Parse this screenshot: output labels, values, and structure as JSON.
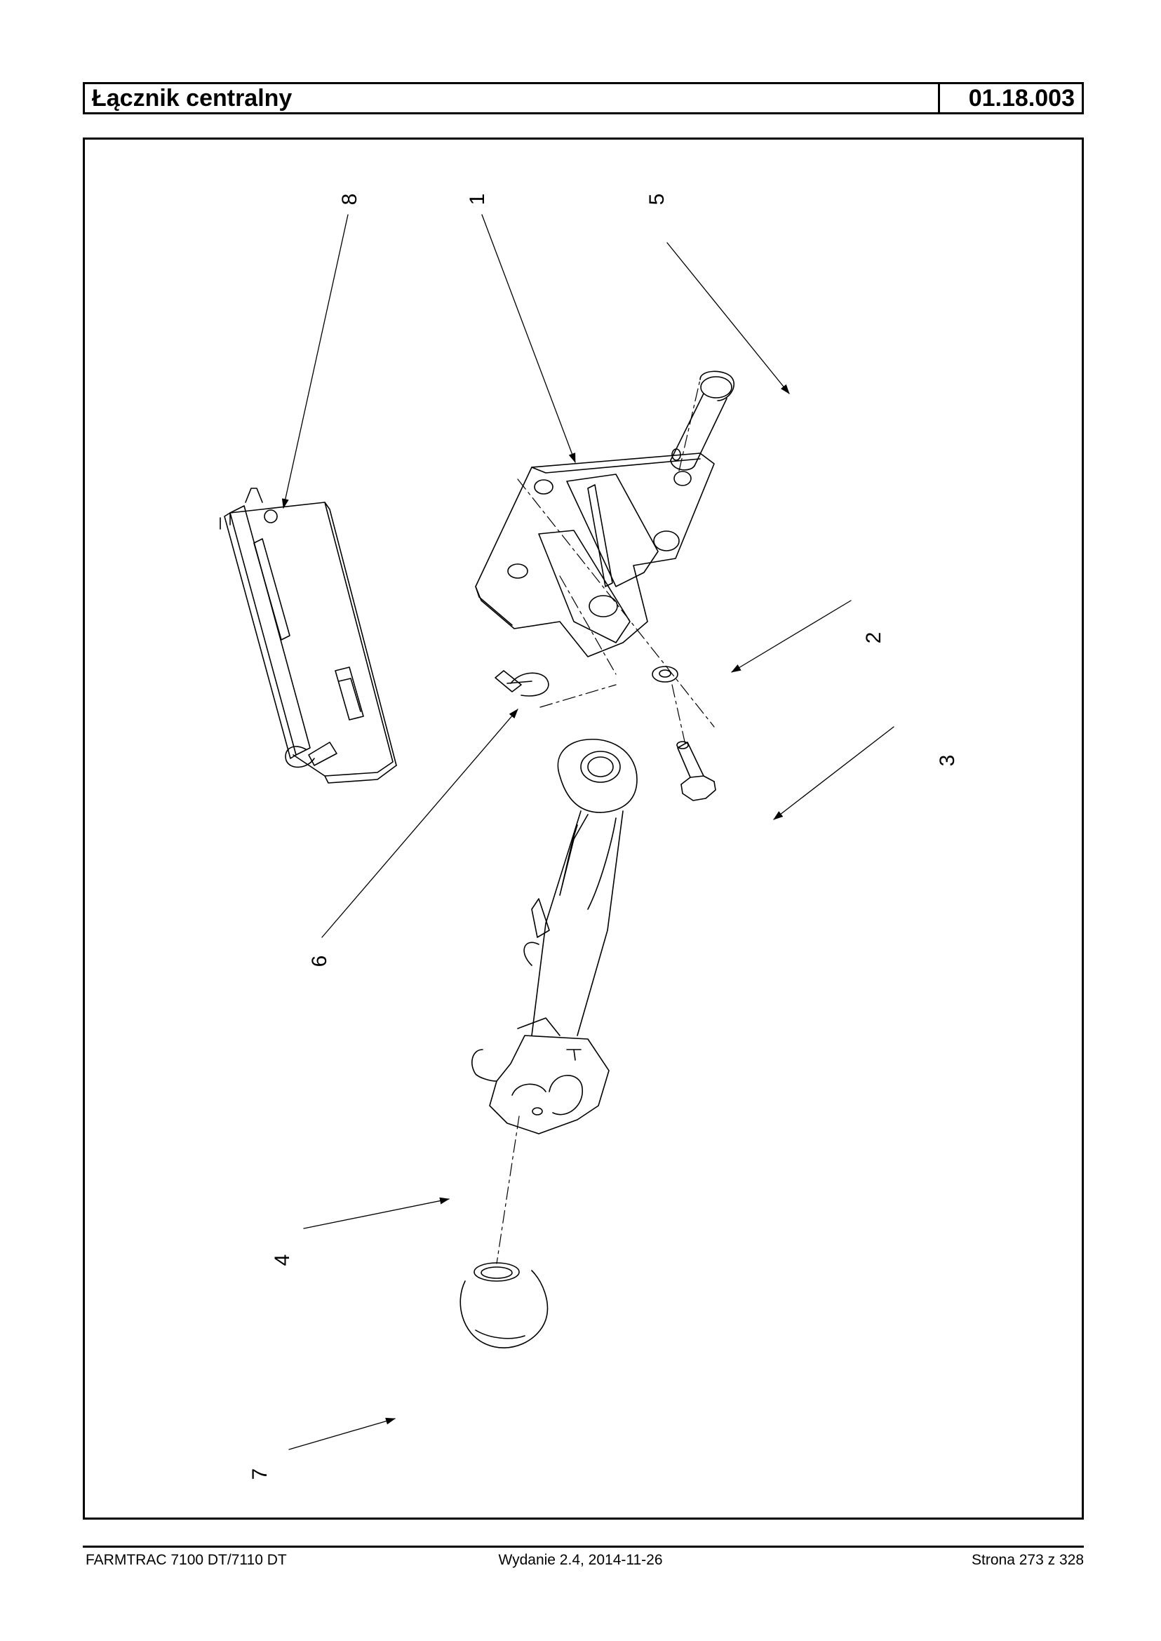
{
  "header": {
    "title": "Łącznik centralny",
    "code": "01.18.003"
  },
  "callouts": [
    "1",
    "2",
    "3",
    "4",
    "5",
    "6",
    "7",
    "8"
  ],
  "footer": {
    "left": "FARMTRAC 7100 DT/7110 DT",
    "center": "Wydanie 2.4,  2014-11-26",
    "right": "Strona 273 z 328"
  }
}
